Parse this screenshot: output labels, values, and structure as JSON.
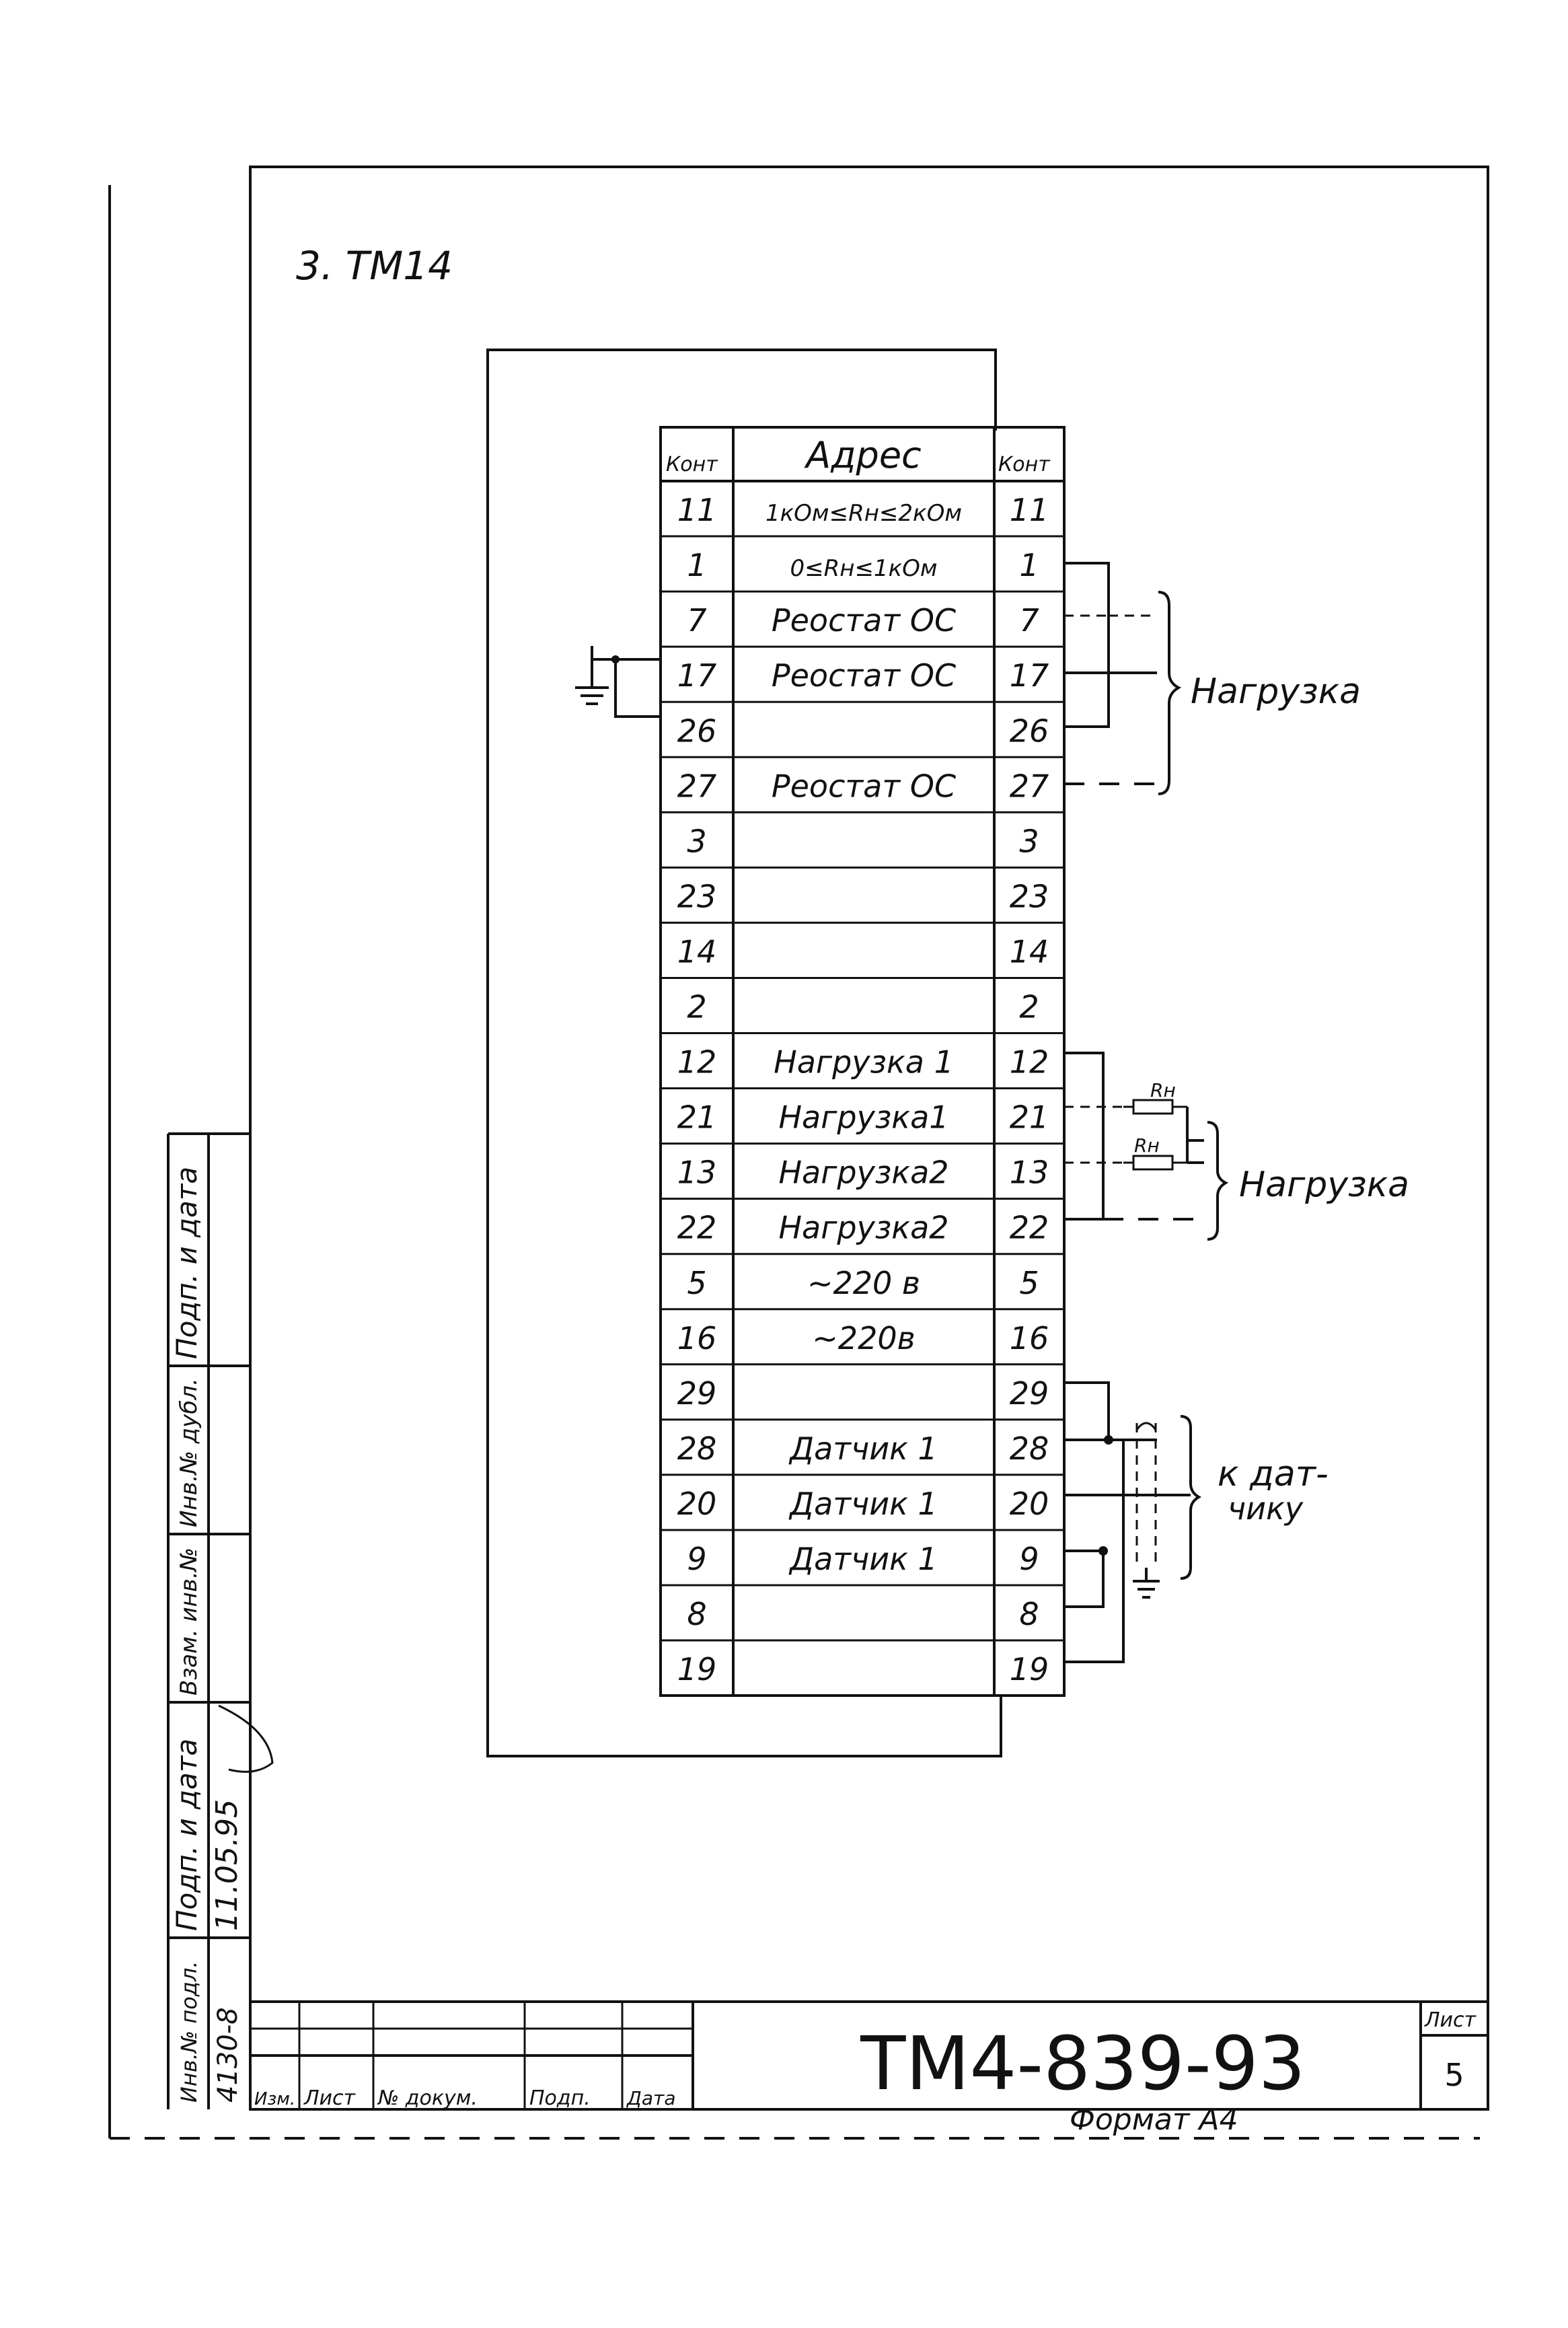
{
  "section_title": "3. ТМ14",
  "table": {
    "header_left": "Конт",
    "header_mid": "Адрес",
    "header_right": "Конт",
    "rows": [
      {
        "left": "11",
        "addr": "1кОм≤Rн≤2кОм",
        "right": "11"
      },
      {
        "left": "1",
        "addr": "0≤Rн≤1кОм",
        "right": "1"
      },
      {
        "left": "7",
        "addr": "Реостат ОС",
        "right": "7"
      },
      {
        "left": "17",
        "addr": "Реостат ОС",
        "right": "17"
      },
      {
        "left": "26",
        "addr": "",
        "right": "26"
      },
      {
        "left": "27",
        "addr": "Реостат ОС",
        "right": "27"
      },
      {
        "left": "3",
        "addr": "",
        "right": "3"
      },
      {
        "left": "23",
        "addr": "",
        "right": "23"
      },
      {
        "left": "14",
        "addr": "",
        "right": "14"
      },
      {
        "left": "2",
        "addr": "",
        "right": "2"
      },
      {
        "left": "12",
        "addr": "Нагрузка 1",
        "right": "12"
      },
      {
        "left": "21",
        "addr": "Нагрузка1",
        "right": "21"
      },
      {
        "left": "13",
        "addr": "Нагрузка2",
        "right": "13"
      },
      {
        "left": "22",
        "addr": "Нагрузка2",
        "right": "22"
      },
      {
        "left": "5",
        "addr": "~220 в",
        "right": "5"
      },
      {
        "left": "16",
        "addr": "~220в",
        "right": "16"
      },
      {
        "left": "29",
        "addr": "",
        "right": "29"
      },
      {
        "left": "28",
        "addr": "Датчик 1",
        "right": "28"
      },
      {
        "left": "20",
        "addr": "Датчик 1",
        "right": "20"
      },
      {
        "left": "9",
        "addr": "Датчик 1",
        "right": "9"
      },
      {
        "left": "8",
        "addr": "",
        "right": "8"
      },
      {
        "left": "19",
        "addr": "",
        "right": "19"
      }
    ]
  },
  "labels": {
    "load_1": "Нагрузка",
    "load_2": "Нагрузка",
    "rh_1": "Rн",
    "rh_2": "Rн",
    "sensor_line1": "к дат-",
    "sensor_line2": "чику"
  },
  "side_stamp": {
    "cell_1": "Подп. и дата",
    "cell_2": "Инв.№ дубл.",
    "cell_3": "Взам. инв.№",
    "cell_4": "Подп. и дата",
    "cell_5": "Инв.№ подл.",
    "handwritten_date": "11.05.95",
    "handwritten_inv": "4130-8"
  },
  "title_block": {
    "col_izm": "Изм.",
    "col_list": "Лист",
    "col_doc": "№ докум.",
    "col_podp": "Подп.",
    "col_data": "Дата",
    "doc_code": "ТМ4-839-93",
    "sheet_label": "Лист",
    "sheet_number": "5"
  },
  "format_note": "Формат А4"
}
